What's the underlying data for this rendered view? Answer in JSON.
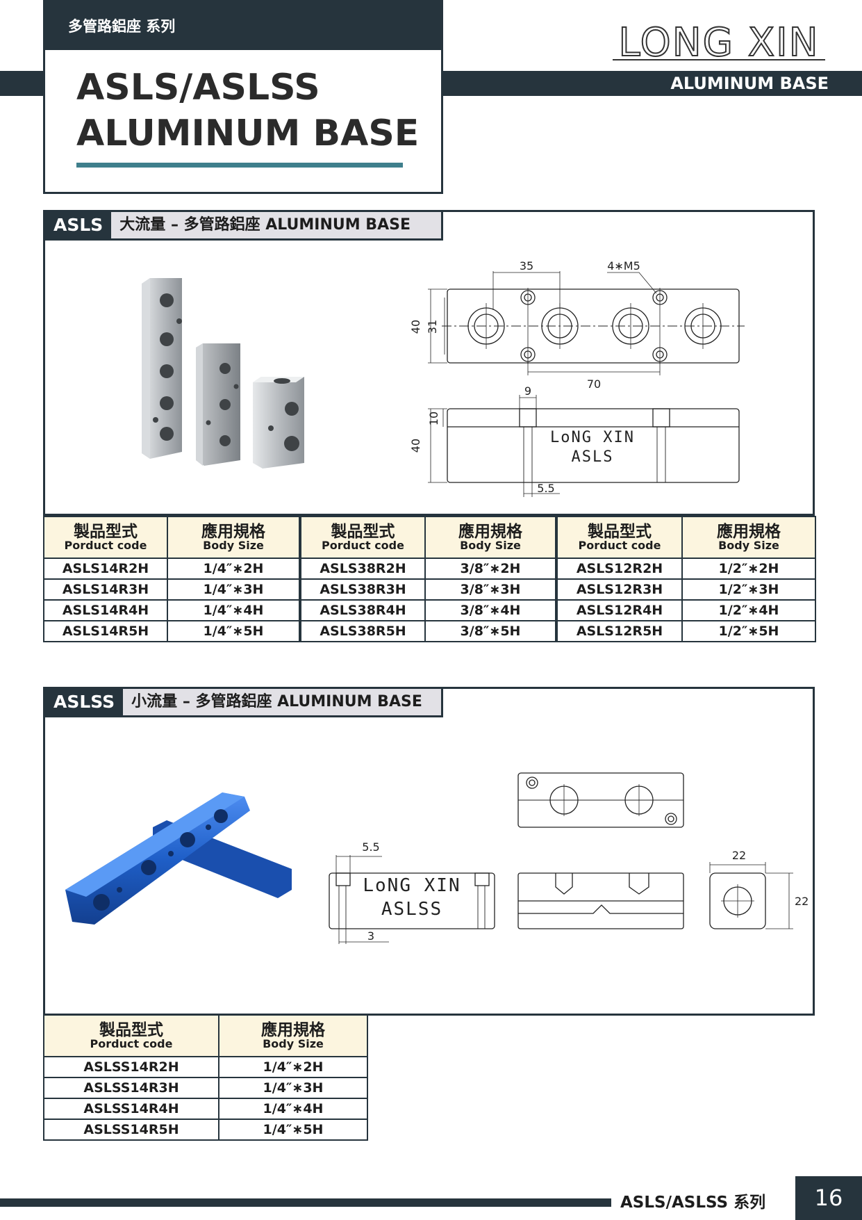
{
  "header": {
    "series_label": "多管路鋁座 系列",
    "title_line1": "ASLS/ASLSS",
    "title_line2": "ALUMINUM  BASE",
    "brand": "LONG XIN",
    "band_label": "ALUMINUM BASE"
  },
  "asls": {
    "tag_code": "ASLS",
    "tag_desc": "大流量 – 多管路鋁座 ALUMINUM  BASE",
    "drawing": {
      "dim_35": "35",
      "dim_4m5": "4∗M5",
      "dim_40_top": "40",
      "dim_31": "31",
      "dim_70": "70",
      "dim_9": "9",
      "dim_10": "10",
      "dim_40_side": "40",
      "dim_5_5": "5.5",
      "engrave_1": "LoNG XIN",
      "engrave_2": "ASLS"
    },
    "table": {
      "headers": [
        {
          "zh": "製品型式",
          "en": "Porduct code"
        },
        {
          "zh": "應用規格",
          "en": "Body Size"
        },
        {
          "zh": "製品型式",
          "en": "Porduct code"
        },
        {
          "zh": "應用規格",
          "en": "Body Size"
        },
        {
          "zh": "製品型式",
          "en": "Porduct code"
        },
        {
          "zh": "應用規格",
          "en": "Body Size"
        }
      ],
      "rows": [
        [
          "ASLS14R2H",
          "1/4″∗2H",
          "ASLS38R2H",
          "3/8″∗2H",
          "ASLS12R2H",
          "1/2″∗2H"
        ],
        [
          "ASLS14R3H",
          "1/4″∗3H",
          "ASLS38R3H",
          "3/8″∗3H",
          "ASLS12R3H",
          "1/2″∗3H"
        ],
        [
          "ASLS14R4H",
          "1/4″∗4H",
          "ASLS38R4H",
          "3/8″∗4H",
          "ASLS12R4H",
          "1/2″∗4H"
        ],
        [
          "ASLS14R5H",
          "1/4″∗5H",
          "ASLS38R5H",
          "3/8″∗5H",
          "ASLS12R5H",
          "1/2″∗5H"
        ]
      ]
    }
  },
  "aslss": {
    "tag_code": "ASLSS",
    "tag_desc": "小流量 – 多管路鋁座 ALUMINUM  BASE",
    "drawing": {
      "dim_5_5": "5.5",
      "dim_3": "3",
      "dim_22_w": "22",
      "dim_22_h": "22",
      "engrave_1": "LoNG XIN",
      "engrave_2": "ASLSS"
    },
    "table": {
      "headers": [
        {
          "zh": "製品型式",
          "en": "Porduct code"
        },
        {
          "zh": "應用規格",
          "en": "Body Size"
        }
      ],
      "rows": [
        [
          "ASLSS14R2H",
          "1/4″∗2H"
        ],
        [
          "ASLSS14R3H",
          "1/4″∗3H"
        ],
        [
          "ASLSS14R4H",
          "1/4″∗4H"
        ],
        [
          "ASLSS14R5H",
          "1/4″∗5H"
        ]
      ]
    }
  },
  "footer": {
    "series": "ASLS/ASLSS 系列",
    "page": "16"
  },
  "colors": {
    "navy": "#26343d",
    "teal_rule": "#3f7f8c",
    "header_cell": "#fcf5df",
    "tag_grey": "#e2e1e6",
    "blue_part": "#1f5fc8"
  }
}
